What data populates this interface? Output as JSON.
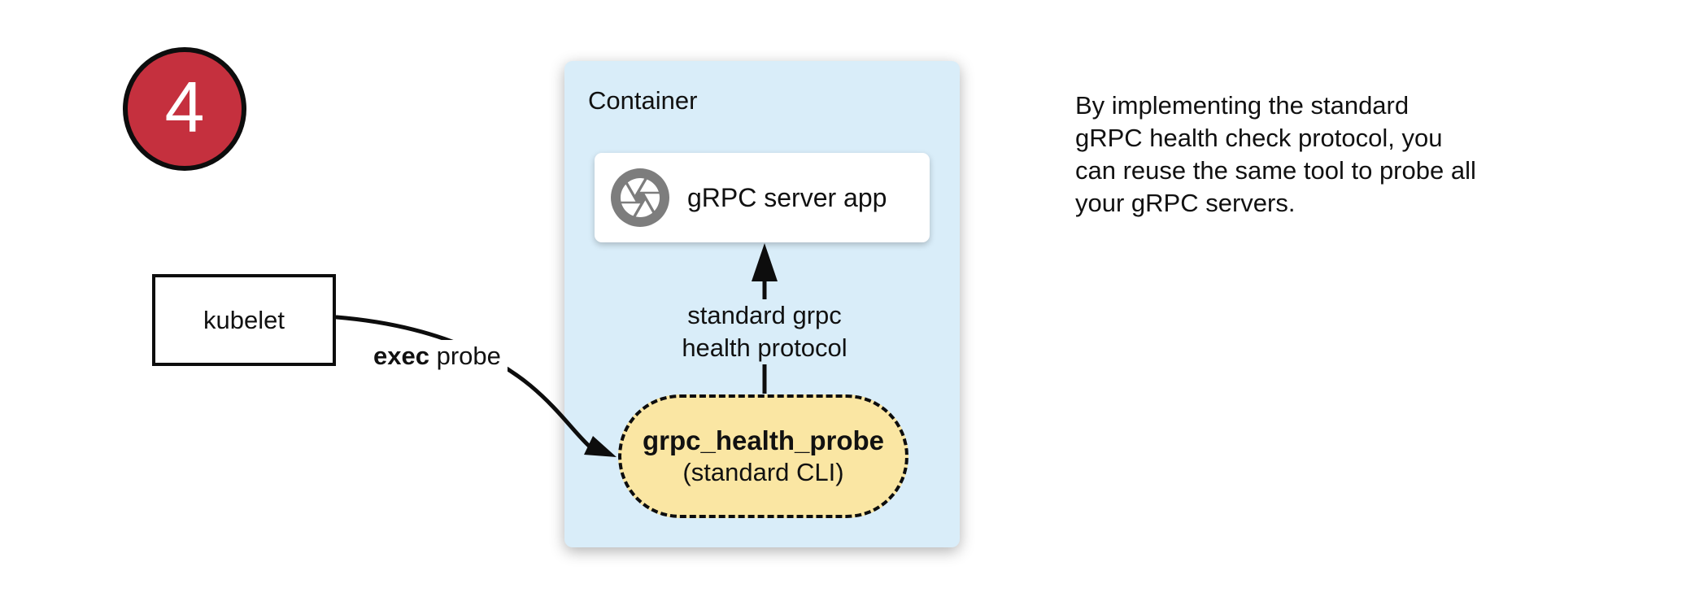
{
  "colors": {
    "badge_red": "#c5303e",
    "container_blue": "#d9edf9",
    "pill_yellow": "#fae6a3",
    "icon_gray": "#7d7d7d",
    "ink": "#111111"
  },
  "step_badge": {
    "number": "4"
  },
  "kubelet": {
    "label": "kubelet"
  },
  "exec_probe": {
    "bold_part": "exec",
    "rest_part": " probe"
  },
  "container": {
    "title": "Container",
    "server_app": {
      "label": "gRPC server app",
      "icon": "grpc-aperture-icon"
    },
    "protocol_label": "standard grpc\nhealth protocol",
    "probe_tool": {
      "title": "grpc_health_probe",
      "subtitle": "(standard CLI)"
    }
  },
  "annotation": {
    "text": "By implementing the standard\ngRPC health check protocol, you\ncan reuse the same tool to probe all\nyour gRPC servers."
  }
}
